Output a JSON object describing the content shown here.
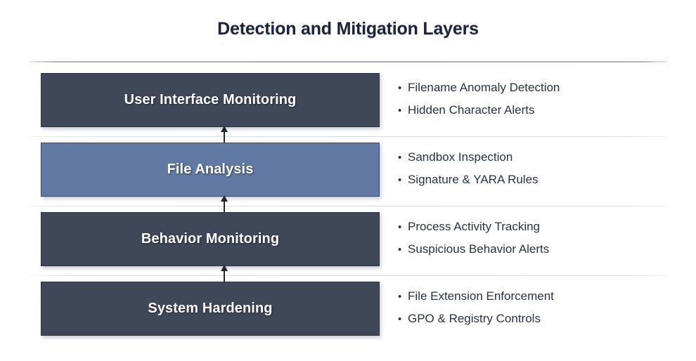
{
  "title": "Detection and Mitigation Layers",
  "colors": {
    "background": "#ffffff",
    "title_text": "#1b2438",
    "box_dark": "#3f4859",
    "box_light": "#6279a4",
    "box_label_text": "#ffffff",
    "bullet_text": "#2a3145",
    "top_rule": "#a9a9b8",
    "divider": "#d7d7e0",
    "arrow": "#1e2736"
  },
  "icons": {
    "bullet": "bullet-dot-icon",
    "arrow": "arrow-up-icon"
  },
  "layers": [
    {
      "label": "User Interface Monitoring",
      "tone": "dark",
      "bullets": [
        "Filename Anomaly Detection",
        "Hidden Character Alerts"
      ]
    },
    {
      "label": "File Analysis",
      "tone": "light",
      "bullets": [
        "Sandbox Inspection",
        "Signature & YARA Rules"
      ]
    },
    {
      "label": "Behavior Monitoring",
      "tone": "dark",
      "bullets": [
        "Process Activity Tracking",
        "Suspicious Behavior Alerts"
      ]
    },
    {
      "label": "System Hardening",
      "tone": "dark",
      "bullets": [
        "File Extension Enforcement",
        "GPO & Registry Controls"
      ]
    }
  ],
  "bullet_marker": "•"
}
